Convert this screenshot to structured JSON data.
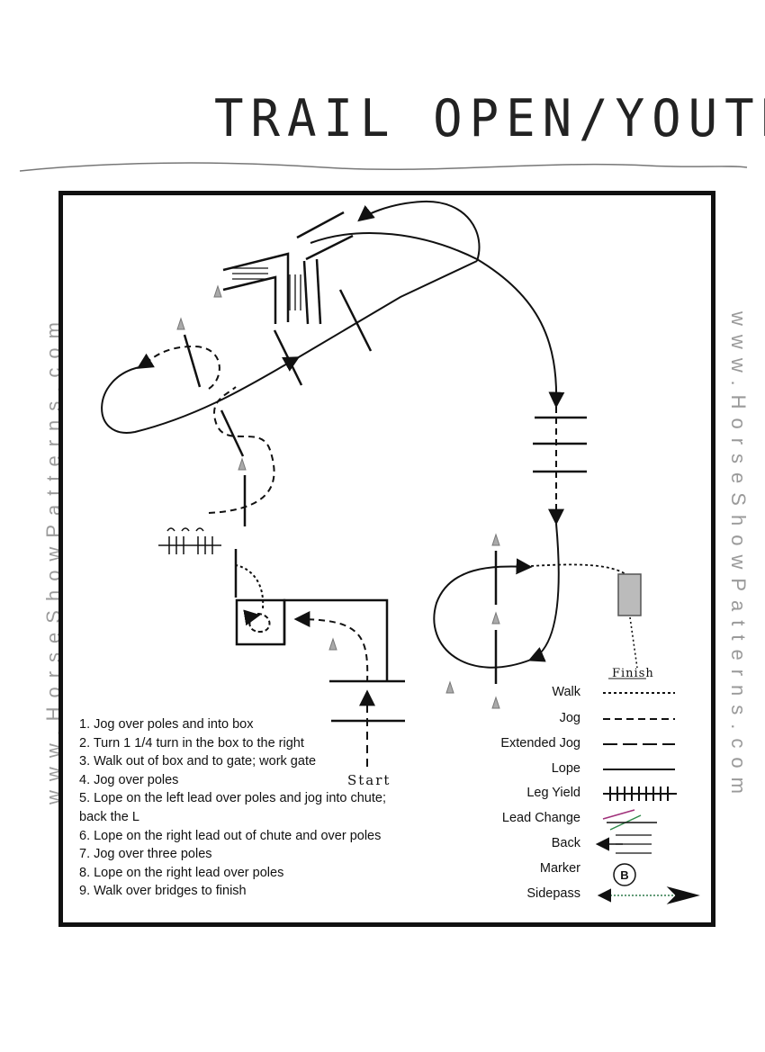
{
  "title": "TRAIL OPEN/YOUTH",
  "watermark_left": "www.HorseShowPatterns.com",
  "watermark_right": "www.HorseShowPatterns.com",
  "start_label": "Start",
  "finish_label": "Finish",
  "steps": [
    "1. Jog over poles and into box",
    "2. Turn 1 1/4 turn in the box to the right",
    "3. Walk out of box and to gate; work gate",
    "4. Jog over poles",
    "5. Lope on the left lead over poles and jog into chute;",
    "back the L",
    "6. Lope on the right lead out of chute and over  poles",
    "7. Jog over three poles",
    "8. Lope on the right lead over poles",
    "9. Walk over bridges to finish"
  ],
  "legend": {
    "walk": "Walk",
    "jog": "Jog",
    "extended_jog": "Extended Jog",
    "lope": "Lope",
    "leg_yield": "Leg Yield",
    "lead_change": "Lead Change",
    "back": "Back",
    "marker": "Marker",
    "marker_symbol": "B",
    "sidepass": "Sidepass"
  }
}
